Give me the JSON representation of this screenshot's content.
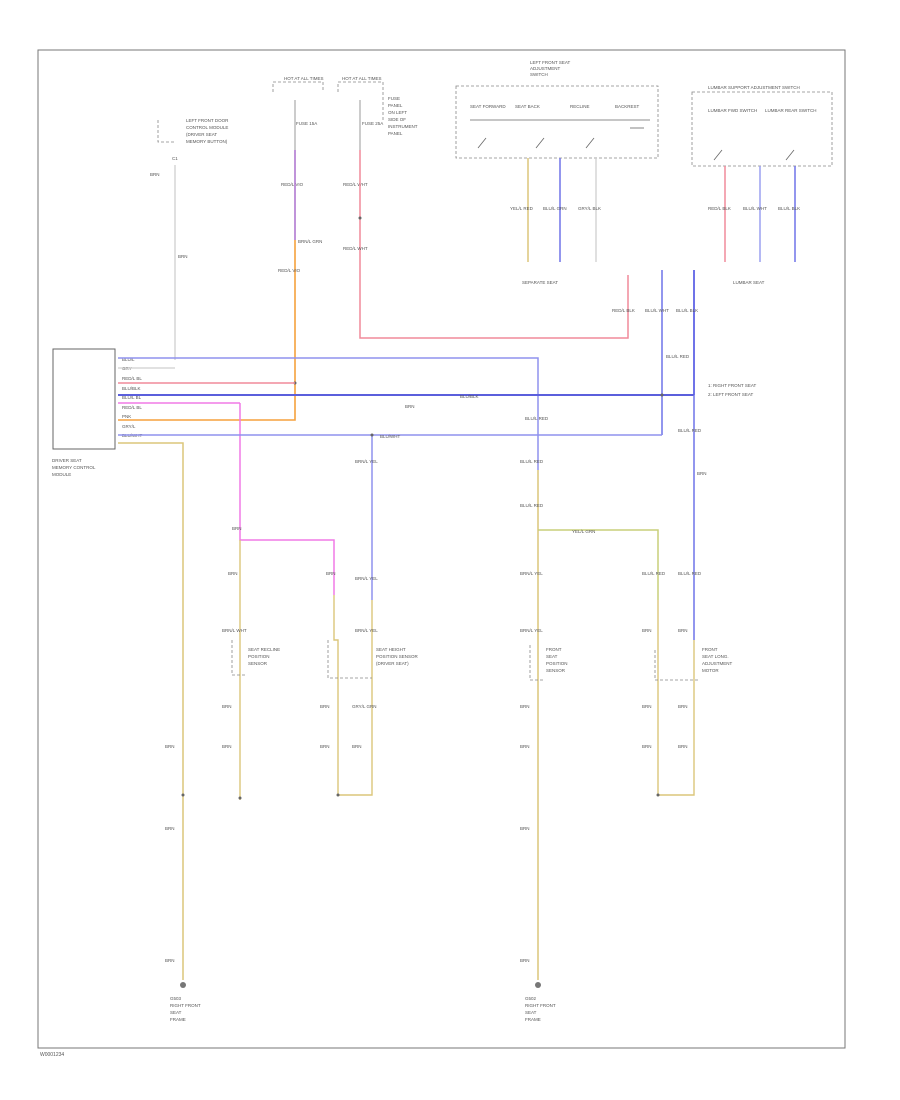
{
  "diagram": {
    "footer_code": "W0001234",
    "module_label": [
      "DRIVER SEAT",
      "MEMORY CONTROL",
      "MODULE"
    ],
    "module_pins": [
      "BLU/L",
      "GRY",
      "RED/L BL",
      "BLU/BLK",
      "BLU/L BL",
      "RED/L BL",
      "PNK",
      "GRY/L",
      "BLU/WHT"
    ],
    "top_left_device": [
      "LEFT FRONT DOOR",
      "CONTROL MODULE",
      "(DRIVER SEAT",
      "MEMORY BUTTON)",
      "C1"
    ],
    "fuse_boxes": [
      {
        "title": "HOT AT ALL TIMES",
        "fuse": "FUSE 15A",
        "wire": "RED/L VIO"
      },
      {
        "title": "HOT AT ALL TIMES",
        "fuse": "FUSE 25A",
        "wire": "RED/L WHT"
      }
    ],
    "fuse_note": [
      "FUSE",
      "PANEL",
      "ON LEFT",
      "SIDE OF",
      "INSTRUMENT",
      "PANEL"
    ],
    "left_switch_group_title": [
      "LEFT FRONT SEAT",
      "ADJUSTMENT",
      "SWITCH"
    ],
    "left_switch_labels": [
      "SEAT FORWARD",
      "SEAT BACK",
      "RECLINE",
      "BACKREST"
    ],
    "right_switch_group_title": "LUMBAR SUPPORT ADJUSTMENT SWITCH",
    "right_switch_labels": [
      "LUMBAR FWD SWITCH",
      "LUMBAR REAR SWITCH"
    ],
    "lumbar_wires": [
      "YEL/L RED",
      "BLU/L GRN",
      "GRY/L BLK",
      "RED/L BLK",
      "BLU/L WHT",
      "BLU/L BLK"
    ],
    "notes": [
      "1: RIGHT FRONT SEAT",
      "2: LEFT FRONT SEAT"
    ],
    "left_section_label": "SEPARATE SEAT",
    "right_section_label": "LUMBAR SEAT",
    "motor_labels": [
      [
        "SEAT RECLINE",
        "POSITION",
        "SENSOR"
      ],
      [
        "SEAT HEIGHT",
        "POSITION SENSOR",
        "(DRIVER SEAT)"
      ],
      [
        "FRONT",
        "SEAT",
        "POSITION",
        "SENSOR"
      ],
      [
        "FRONT",
        "SEAT LONG.",
        "ADJUSTMENT",
        "MOTOR"
      ]
    ],
    "wire_tags": [
      "BRN",
      "BRN/L GRN",
      "BRN/L WHT",
      "BRN/L YEL",
      "GRY/L GRN",
      "BLU/L RED",
      "YEL/L GRN"
    ],
    "grounds": [
      [
        "G503",
        "RIGHT FRONT",
        "SEAT",
        "FRAME"
      ],
      [
        "G502",
        "RIGHT FRONT",
        "SEAT",
        "FRAME"
      ]
    ],
    "colors": {
      "violet": "#b07ad0",
      "orange": "#f5a13d",
      "red": "#f08a9a",
      "blue": "#6f73e8",
      "pink": "#f07ae6",
      "yellow": "#dcc67a",
      "olive": "#c8cf7a",
      "gray": "#cfcfcf"
    }
  }
}
